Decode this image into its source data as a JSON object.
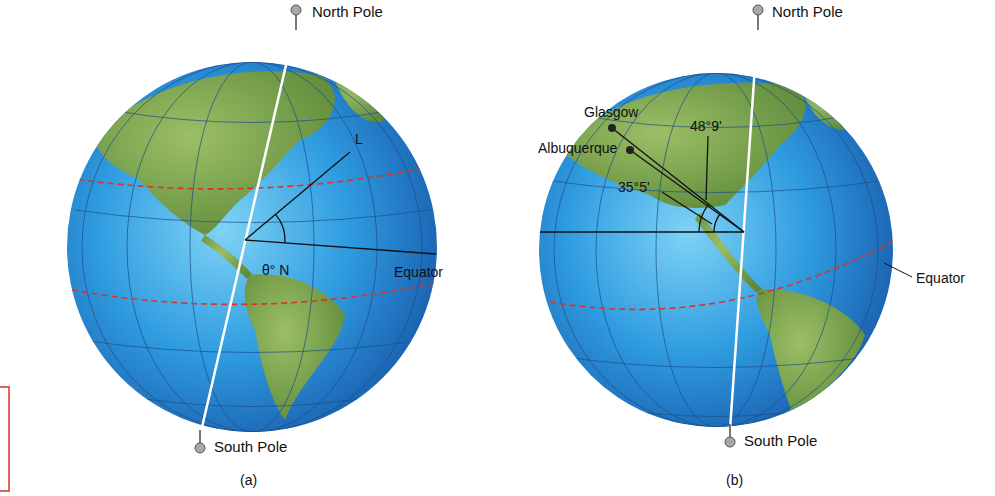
{
  "diagram": {
    "labels": [
      "North Pole",
      "L",
      "θ° N",
      "Equator",
      "South Pole",
      "(a)",
      "North Pole",
      "Glasgow",
      "48°9'",
      "Albuquerque",
      "35°5'",
      "Equator",
      "South Pole",
      "(b)"
    ]
  }
}
